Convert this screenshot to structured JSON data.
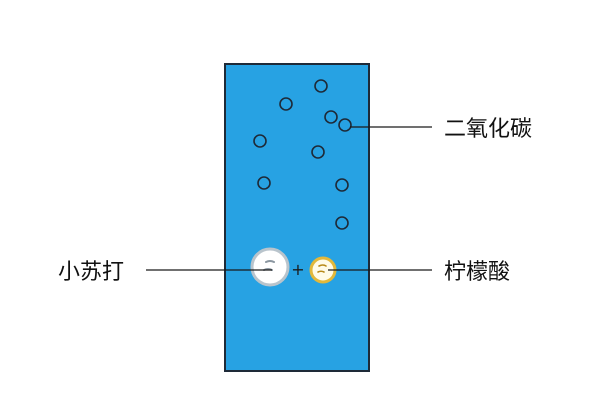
{
  "labels": {
    "carbon_dioxide": "二氧化碳",
    "baking_soda": "小苏打",
    "citric_acid": "柠檬酸",
    "plus": "+"
  },
  "colors": {
    "water": "#27a2e3",
    "container_border": "#1e2a38",
    "bubble_stroke": "#1e2a38",
    "baking_soda_fill": "#ffffff",
    "baking_soda_ring": "#b9c4cc",
    "citric_acid_fill": "#fffbe8",
    "citric_acid_ring": "#e2b83a",
    "leader_line": "#1a1a1a"
  }
}
